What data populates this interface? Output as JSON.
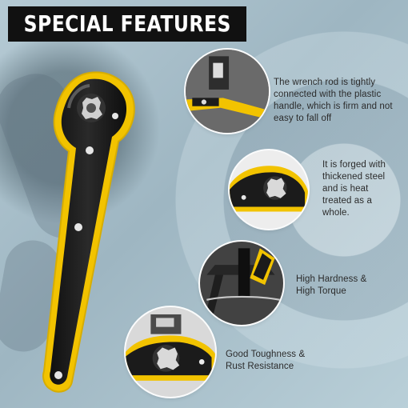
{
  "banner": {
    "title": "SPECIAL FEATURES"
  },
  "features": [
    {
      "text": "The wrench rod is tightly connected with the plastic handle, which is firm and not easy to fall off"
    },
    {
      "text": "It is forged with thickened steel and is heat treated as a whole."
    },
    {
      "text": "High Hardness & High Torque"
    },
    {
      "text": "Good Toughness & Rust Resistance"
    }
  ],
  "colors": {
    "banner": "#111111",
    "text": "#2b2b2b",
    "wrench_yellow": "#f2c300",
    "wrench_black": "#1b1b1b",
    "background": "#a9c2ce"
  }
}
